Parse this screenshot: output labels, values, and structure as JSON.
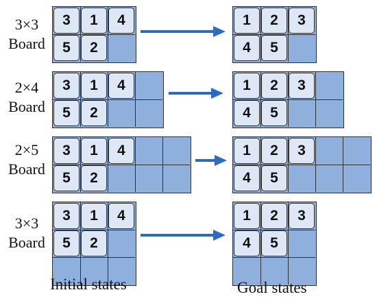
{
  "tile_values": [
    "1",
    "2",
    "3",
    "4",
    "5"
  ],
  "colors": {
    "board_fill": "#8fb0dc",
    "tile_fill": "#dde7f6",
    "outline": "#2f2f2f",
    "arrow": "#2a6cc4"
  },
  "rows": [
    {
      "label_dims": "3×3",
      "label_word": "Board",
      "board": {
        "cols": 3,
        "rows": 2
      },
      "initial_tiles": [
        {
          "value": "3",
          "row": 0,
          "col": 0
        },
        {
          "value": "1",
          "row": 0,
          "col": 1
        },
        {
          "value": "4",
          "row": 0,
          "col": 2
        },
        {
          "value": "5",
          "row": 1,
          "col": 0
        },
        {
          "value": "2",
          "row": 1,
          "col": 1
        }
      ],
      "goal_tiles": [
        {
          "value": "1",
          "row": 0,
          "col": 0
        },
        {
          "value": "2",
          "row": 0,
          "col": 1
        },
        {
          "value": "3",
          "row": 0,
          "col": 2
        },
        {
          "value": "4",
          "row": 1,
          "col": 0
        },
        {
          "value": "5",
          "row": 1,
          "col": 1
        }
      ]
    },
    {
      "label_dims": "2×4",
      "label_word": "Board",
      "board": {
        "cols": 4,
        "rows": 2
      },
      "initial_tiles": [
        {
          "value": "3",
          "row": 0,
          "col": 0
        },
        {
          "value": "1",
          "row": 0,
          "col": 1
        },
        {
          "value": "4",
          "row": 0,
          "col": 2
        },
        {
          "value": "5",
          "row": 1,
          "col": 0
        },
        {
          "value": "2",
          "row": 1,
          "col": 1
        }
      ],
      "goal_tiles": [
        {
          "value": "1",
          "row": 0,
          "col": 0
        },
        {
          "value": "2",
          "row": 0,
          "col": 1
        },
        {
          "value": "3",
          "row": 0,
          "col": 2
        },
        {
          "value": "4",
          "row": 1,
          "col": 0
        },
        {
          "value": "5",
          "row": 1,
          "col": 1
        }
      ]
    },
    {
      "label_dims": "2×5",
      "label_word": "Board",
      "board": {
        "cols": 5,
        "rows": 2
      },
      "initial_tiles": [
        {
          "value": "3",
          "row": 0,
          "col": 0
        },
        {
          "value": "1",
          "row": 0,
          "col": 1
        },
        {
          "value": "4",
          "row": 0,
          "col": 2
        },
        {
          "value": "5",
          "row": 1,
          "col": 0
        },
        {
          "value": "2",
          "row": 1,
          "col": 1
        }
      ],
      "goal_tiles": [
        {
          "value": "1",
          "row": 0,
          "col": 0
        },
        {
          "value": "2",
          "row": 0,
          "col": 1
        },
        {
          "value": "3",
          "row": 0,
          "col": 2
        },
        {
          "value": "4",
          "row": 1,
          "col": 0
        },
        {
          "value": "5",
          "row": 1,
          "col": 1
        }
      ]
    },
    {
      "label_dims": "3×3",
      "label_word": "Board",
      "board": {
        "cols": 3,
        "rows": 3
      },
      "initial_tiles": [
        {
          "value": "3",
          "row": 0,
          "col": 0
        },
        {
          "value": "1",
          "row": 0,
          "col": 1
        },
        {
          "value": "4",
          "row": 0,
          "col": 2
        },
        {
          "value": "5",
          "row": 1,
          "col": 0
        },
        {
          "value": "2",
          "row": 1,
          "col": 1
        }
      ],
      "goal_tiles": [
        {
          "value": "1",
          "row": 0,
          "col": 0
        },
        {
          "value": "2",
          "row": 0,
          "col": 1
        },
        {
          "value": "3",
          "row": 0,
          "col": 2
        },
        {
          "value": "4",
          "row": 1,
          "col": 0
        },
        {
          "value": "5",
          "row": 1,
          "col": 1
        }
      ]
    }
  ],
  "captions": {
    "initial": "Initial states",
    "goal": "Goal states"
  }
}
